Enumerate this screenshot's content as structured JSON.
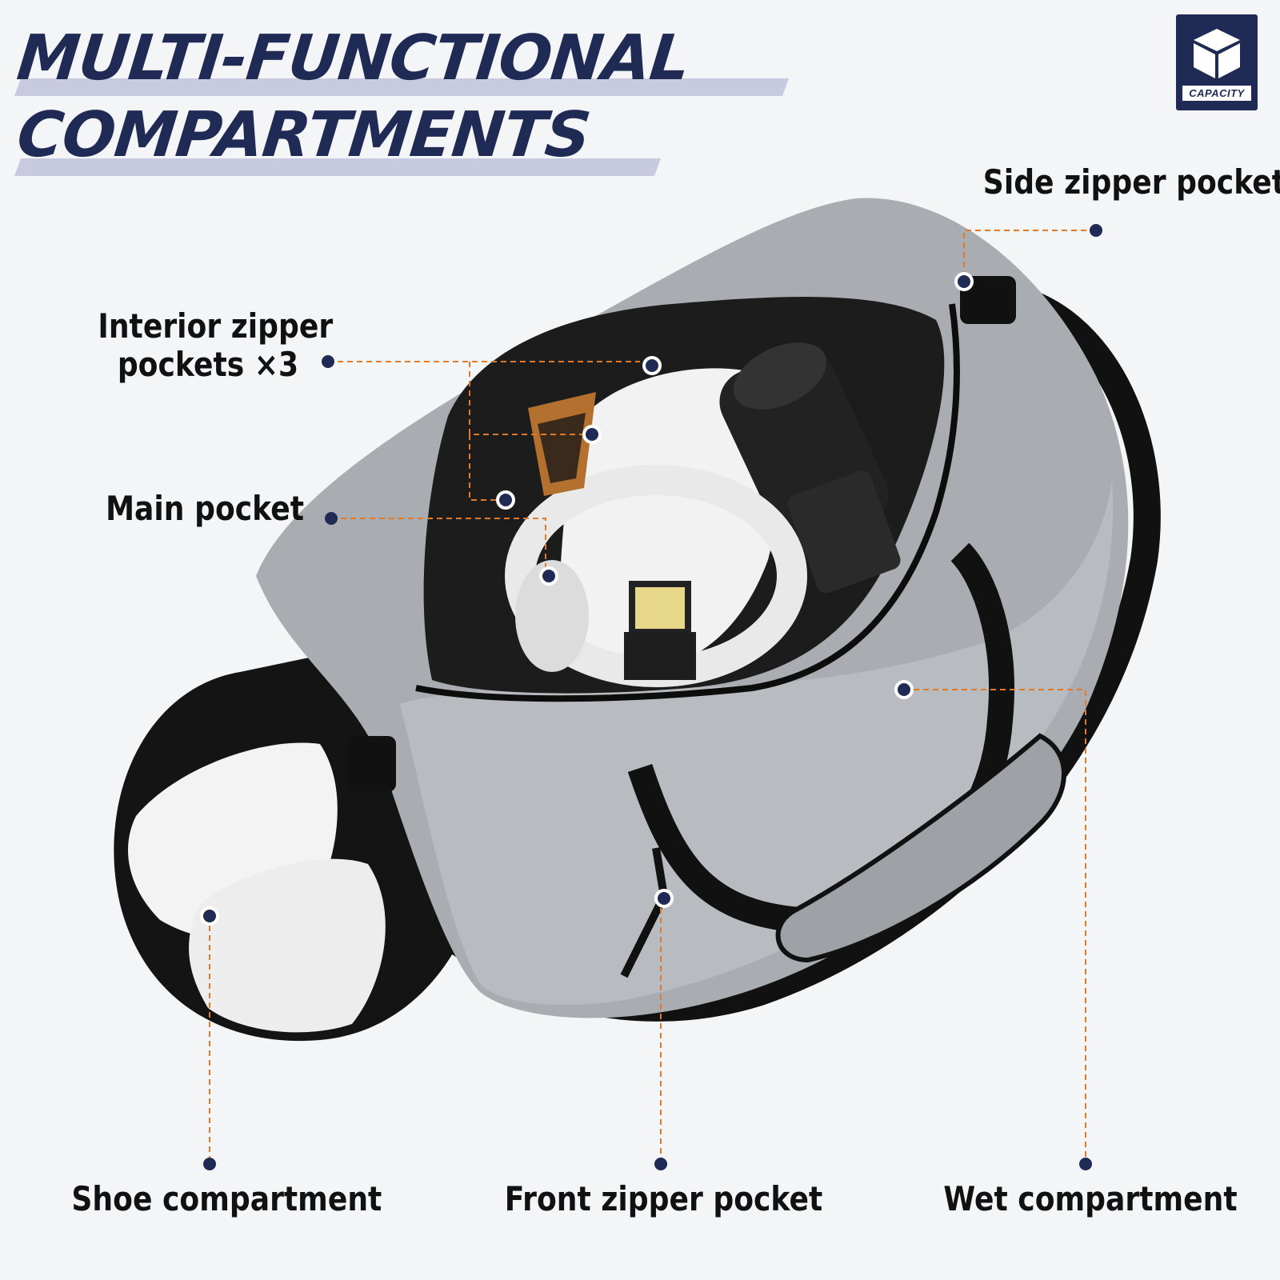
{
  "heading": {
    "line1": "MULTI-FUNCTIONAL",
    "line2": "COMPARTMENTS"
  },
  "badge": {
    "label": "CAPACITY",
    "icon": "box-icon"
  },
  "callouts": {
    "interior": {
      "line1": "Interior zipper",
      "line2": "pockets ×3"
    },
    "main": "Main pocket",
    "side": "Side zipper pocket",
    "shoe": "Shoe compartment",
    "front": "Front zipper pocket",
    "wet": "Wet compartment"
  },
  "colors": {
    "navy": "#1f2a55",
    "leader": "#e07a2a",
    "bag_gray": "#a9adb2",
    "strap": "#111111",
    "background": "#f4f5f7"
  }
}
